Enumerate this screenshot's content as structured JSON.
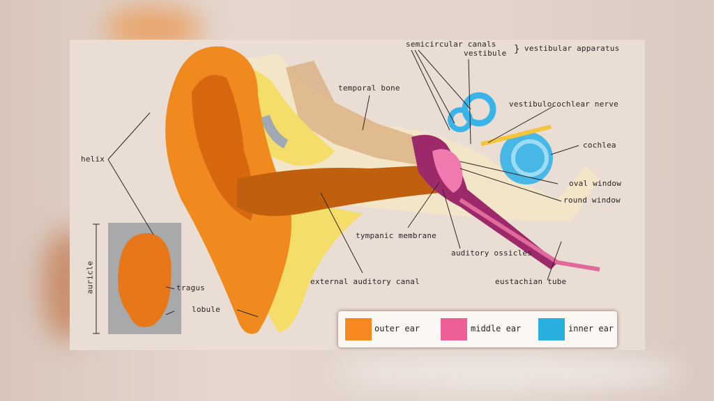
{
  "labels": {
    "semicircular_canals": "semicircular canals",
    "vestibule": "vestibule",
    "vestibular_apparatus": "vestibular apparatus",
    "temporal_bone": "temporal bone",
    "vestibulocochlear_nerve": "vestibulocochlear nerve",
    "cochlea": "cochlea",
    "helix": "helix",
    "oval_window": "oval window",
    "round_window": "round window",
    "tympanic_membrane": "tympanic membrane",
    "auditory_ossicles": "auditory ossicles",
    "auricle": "auricle",
    "tragus": "tragus",
    "lobule": "lobule",
    "external_auditory_canal": "external auditory canal",
    "eustachian_tube": "eustachian tube"
  },
  "legend": [
    {
      "label": "outer ear",
      "color": "#f7871f"
    },
    {
      "label": "middle ear",
      "color": "#ee5e97"
    },
    {
      "label": "inner ear",
      "color": "#29aee0"
    }
  ]
}
